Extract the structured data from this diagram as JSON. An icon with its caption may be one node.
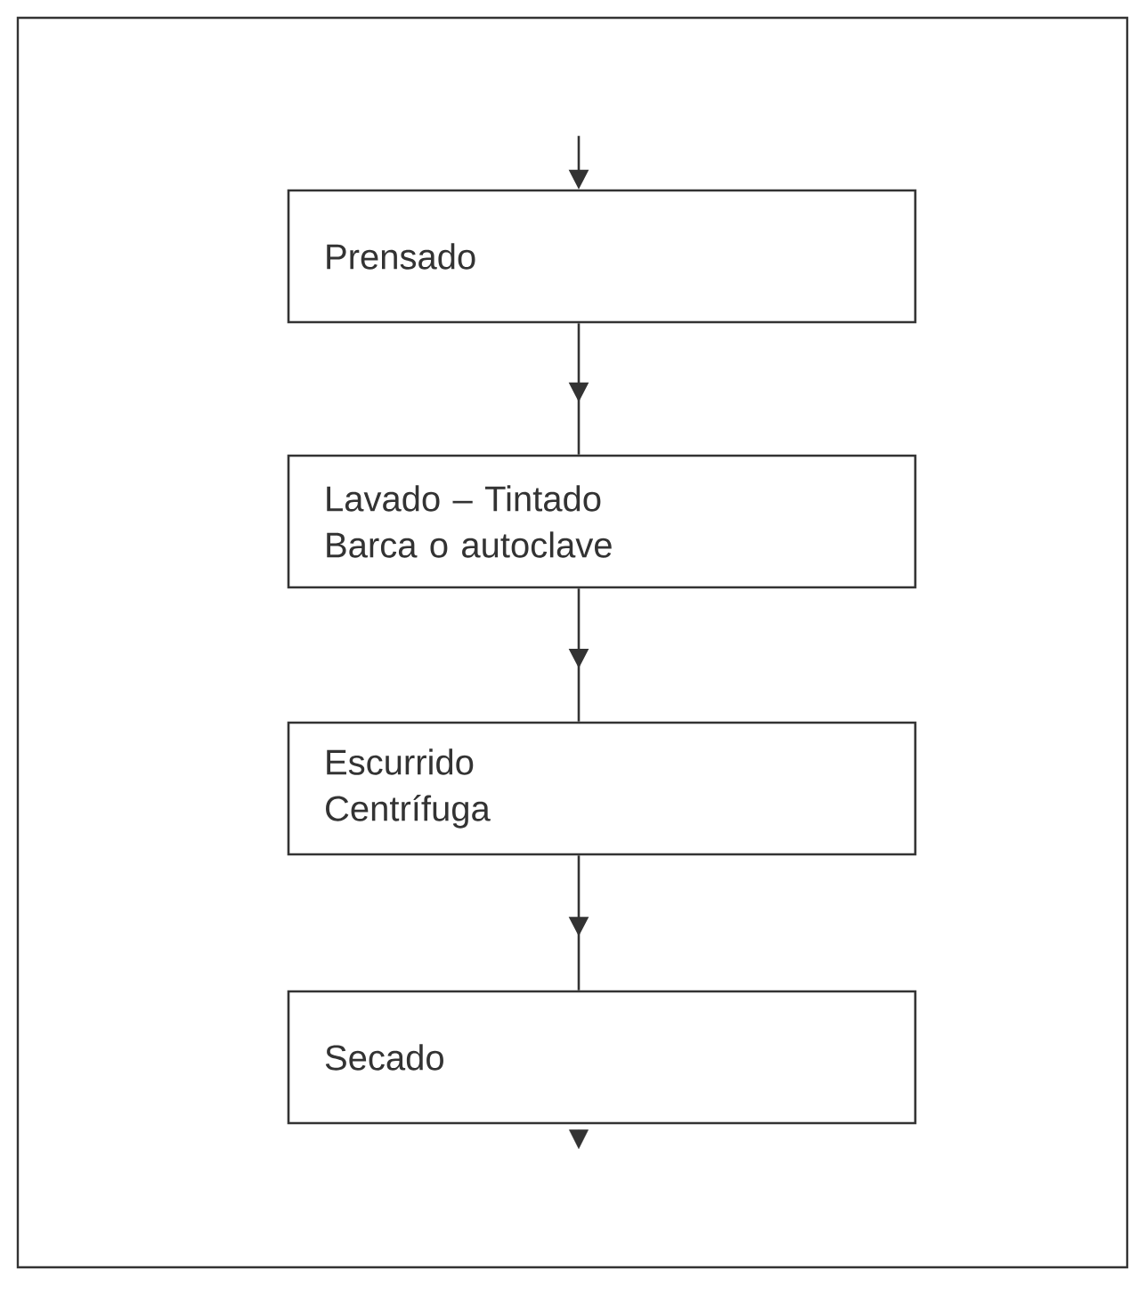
{
  "diagram": {
    "nodes": [
      {
        "text": [
          "Prensado"
        ]
      },
      {
        "text": [
          "Lavado – Tintado",
          "Barca o autoclave"
        ]
      },
      {
        "text": [
          "Escurrido",
          "Centrífuga"
        ]
      },
      {
        "text": [
          "Secado"
        ]
      }
    ],
    "edges": [
      {
        "from": null,
        "to": 0,
        "arrow": "to"
      },
      {
        "from": 0,
        "to": 1,
        "arrow": "to"
      },
      {
        "from": 1,
        "to": 2,
        "arrow": "to"
      },
      {
        "from": 2,
        "to": 3,
        "arrow": "to"
      },
      {
        "from": 3,
        "to": null,
        "arrow": "to"
      }
    ]
  }
}
